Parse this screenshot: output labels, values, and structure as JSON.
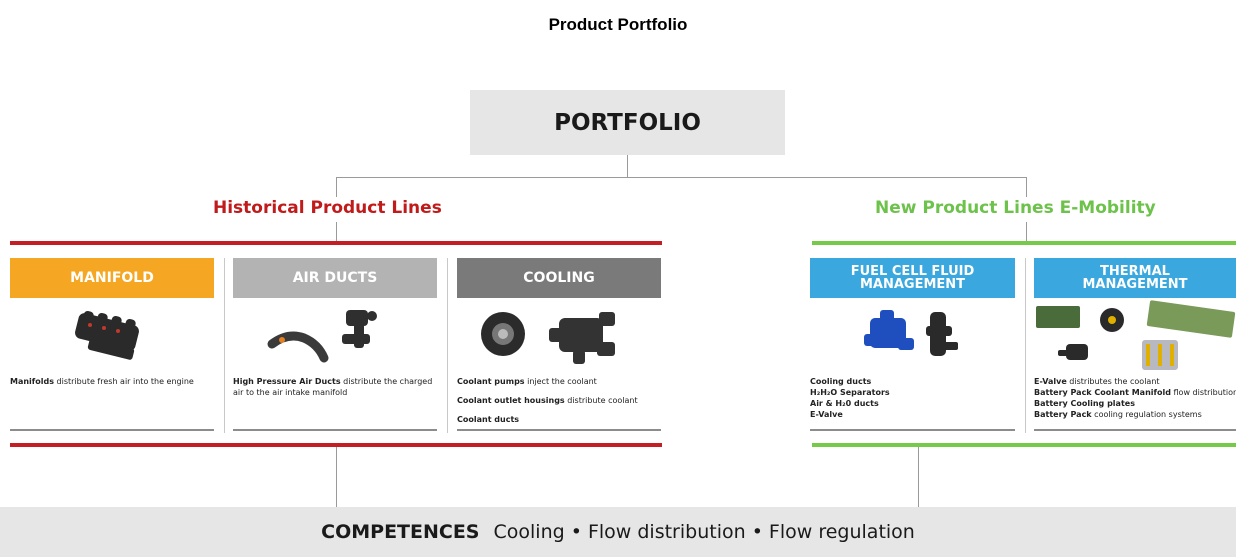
{
  "page_title": "Product Portfolio",
  "root": {
    "label": "PORTFOLIO"
  },
  "groups": {
    "historical": {
      "title": "Historical Product Lines",
      "color": "#c41e24"
    },
    "new": {
      "title": "New Product Lines E-Mobility",
      "color": "#77c94a"
    }
  },
  "cards": {
    "manifold": {
      "title": "MANIFOLD",
      "color": "#f5a623",
      "lines": [
        {
          "bold": "Manifolds",
          "text": " distribute fresh air into the engine"
        }
      ]
    },
    "air_ducts": {
      "title": "AIR DUCTS",
      "color": "#b3b3b3",
      "lines": [
        {
          "bold": "High Pressure Air Ducts",
          "text": " distribute the charged air to the air intake manifold"
        }
      ]
    },
    "cooling": {
      "title": "COOLING",
      "color": "#7a7a7a",
      "lines": [
        {
          "bold": "Coolant pumps",
          "text": " inject the coolant"
        },
        {
          "bold": "Coolant outlet housings",
          "text": " distribute coolant"
        },
        {
          "bold": "Coolant ducts",
          "text": ""
        }
      ]
    },
    "fuel_cell": {
      "title_line1": "FUEL CELL FLUID",
      "title_line2": "MANAGEMENT",
      "color": "#3aa7de",
      "lines": [
        {
          "bold": "Cooling ducts",
          "text": ""
        },
        {
          "bold": "H₂H₂O Separators",
          "text": ""
        },
        {
          "bold": "Air & H₂0 ducts",
          "text": ""
        },
        {
          "bold": "E-Valve",
          "text": ""
        }
      ]
    },
    "thermal": {
      "title_line1": "THERMAL",
      "title_line2": "MANAGEMENT",
      "color": "#3aa7de",
      "lines": [
        {
          "bold": "E-Valve",
          "text": " distributes the coolant"
        },
        {
          "bold": "Battery Pack Coolant Manifold",
          "text": " flow distribution"
        },
        {
          "bold": "Battery Cooling plates",
          "text": ""
        },
        {
          "bold": "Battery Pack",
          "text": " cooling regulation systems"
        }
      ]
    }
  },
  "competences": {
    "lead": "COMPETENCES",
    "items": "Cooling • Flow distribution • Flow regulation"
  }
}
